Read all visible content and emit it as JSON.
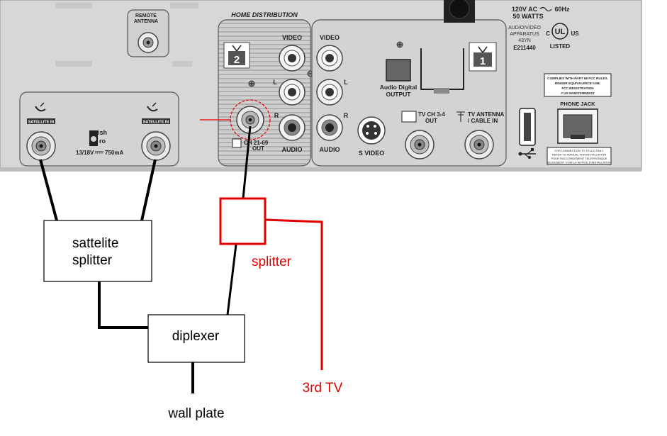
{
  "panel": {
    "remote_antenna": [
      "REMOTE",
      "ANTENNA"
    ],
    "home_distribution": "HOME DISTRIBUTION",
    "satellite_in": "SATELLITE IN",
    "power_spec": "13/18V",
    "power_current": "750mA",
    "dish_logo": [
      "ish",
      "ro"
    ],
    "video_label": "VIDEO",
    "l_label": "L",
    "r_label": "R",
    "audio_label": "AUDIO",
    "ch_out": [
      "CH 21-69",
      "OUT"
    ],
    "audio_digital": [
      "Audio Digital",
      "OUTPUT"
    ],
    "s_video": "S VIDEO",
    "tv_ch_out": [
      "TV CH 3-4",
      "OUT"
    ],
    "tv_antenna": [
      "TV ANTENNA",
      "/ CABLE IN"
    ],
    "tv_badge_2": "2",
    "tv_badge_1": "1",
    "power_rating": [
      "120V AC",
      "60Hz",
      "50 WATTS"
    ],
    "apparatus": [
      "AUDIO/VIDEO",
      "APPARATUS",
      "43YN"
    ],
    "certification": "E211440",
    "ul_mark": [
      "UL",
      "C",
      "US",
      "LISTED"
    ],
    "fcc_box": [
      "COMPLIES WITH PART 68 FCC RULES.",
      "RINGER EQUIVALENCE 0.0B.",
      "FCC REGISTRATION",
      "# US:5G6DT00BID012"
    ],
    "phone_jack": "PHONE JACK",
    "telco_note": [
      "FOR CONNECTION TO TELCO ONLY",
      "REFER TO MANUAL FOR INSTALLATION",
      "POUR RACCORDEMENT TELEPHONIQUE",
      "SEULEMENT: VOIR LA NOTICE D'INSTALLATION"
    ]
  },
  "diagram": {
    "satellite_splitter": [
      "sattelite",
      "splitter"
    ],
    "diplexer": "diplexer",
    "wall_plate": "wall plate",
    "splitter": "splitter",
    "third_tv": "3rd TV"
  },
  "colors": {
    "panel_bg": "#d7d7d7",
    "panel_dark": "#555555",
    "line_black": "#000000",
    "annotation_red": "#e00000"
  }
}
